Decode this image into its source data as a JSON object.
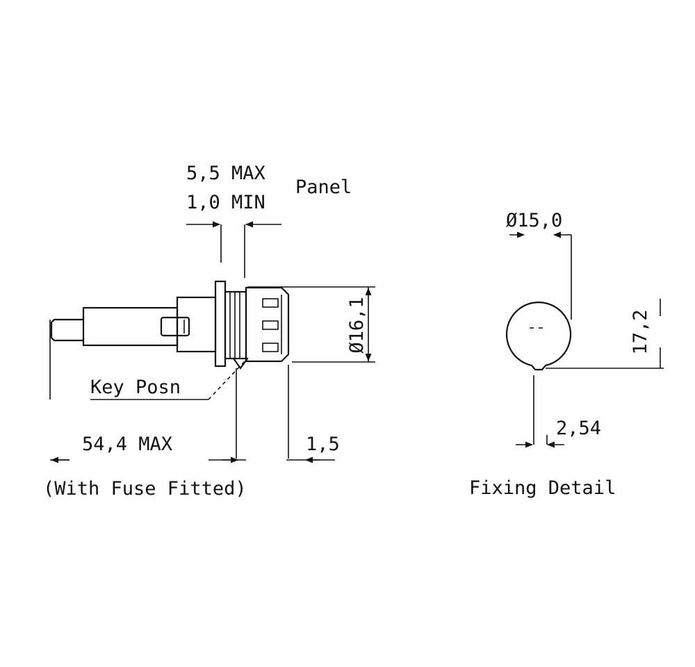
{
  "colors": {
    "ink": "#111111",
    "background": "#ffffff"
  },
  "side_view": {
    "panel_thickness_max": "5,5  MAX",
    "panel_thickness_min": "1,0  MIN",
    "panel_label": "Panel",
    "body_diameter": "Ø16,1",
    "key_position_label": "Key  Posn",
    "overall_length": "54,4  MAX",
    "overall_length_note": "(With  Fuse  Fitted)",
    "front_projection": "1,5"
  },
  "fixing_detail": {
    "hole_diameter": "Ø15,0",
    "key_offset": "17,2",
    "key_width": "2,54",
    "title": "Fixing  Detail"
  }
}
